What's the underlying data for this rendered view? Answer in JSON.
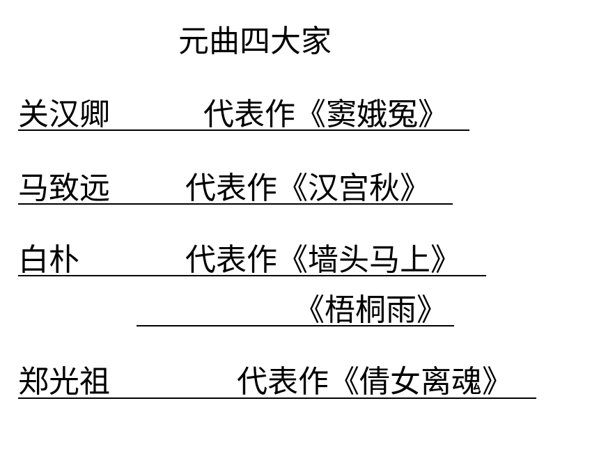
{
  "title": "元曲四大家",
  "entries": [
    {
      "author": "关汉卿",
      "work": "代表作《窦娥冤》"
    },
    {
      "author": "马致远",
      "work": "代表作《汉宫秋》"
    },
    {
      "author": "白朴",
      "work": "代表作《墙头马上》",
      "extra_work": "《梧桐雨》"
    },
    {
      "author": "郑光祖",
      "work": "代表作《倩女离魂》"
    }
  ]
}
